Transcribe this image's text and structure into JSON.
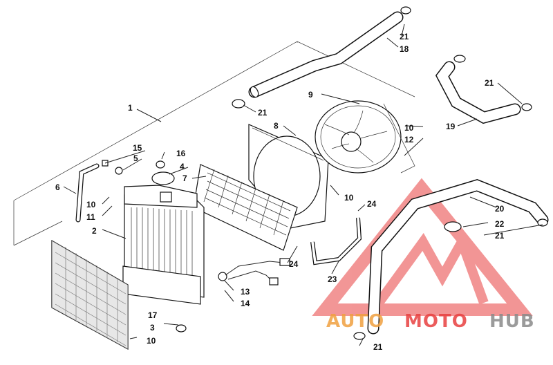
{
  "callouts": {
    "c1": "1",
    "c2": "2",
    "c3": "3",
    "c4": "4",
    "c5": "5",
    "c6": "6",
    "c7": "7",
    "c8": "8",
    "c9": "9",
    "c10a": "10",
    "c10b": "10",
    "c10c": "10",
    "c10d": "10",
    "c11": "11",
    "c12": "12",
    "c13": "13",
    "c14": "14",
    "c15": "15",
    "c16": "16",
    "c17": "17",
    "c18": "18",
    "c19": "19",
    "c20": "20",
    "c21a": "21",
    "c21b": "21",
    "c21c": "21",
    "c21d": "21",
    "c21e": "21",
    "c22": "22",
    "c23": "23",
    "c24a": "24",
    "c24b": "24"
  },
  "watermark": {
    "part1": "AUTO",
    "part2": "MOTO",
    "part3": "HUB",
    "colors": {
      "orange": "#f0a040",
      "red": "#e84040",
      "gray": "#8a8a8a"
    }
  }
}
